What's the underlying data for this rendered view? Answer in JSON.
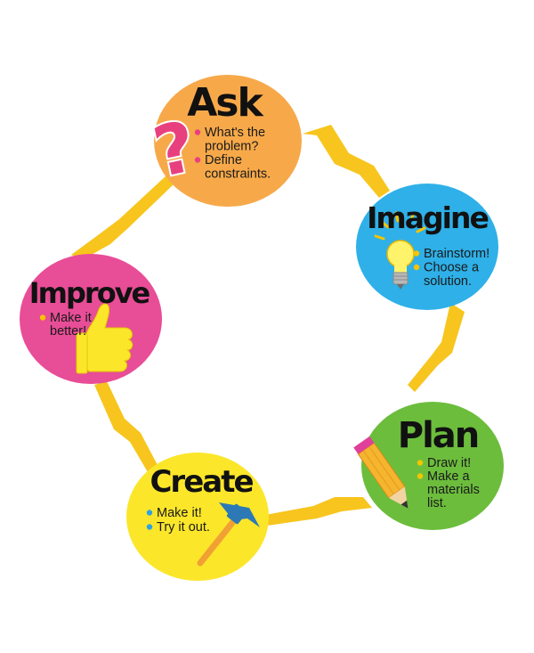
{
  "stages": [
    {
      "id": "ask",
      "title": "Ask",
      "color": "#f7a94a",
      "bullet_color": "#e8407e",
      "bullets": [
        "What's the",
        "problem?",
        "Define",
        "constraints."
      ],
      "bullet_starts": [
        0,
        2
      ],
      "icon": "question-mark-icon"
    },
    {
      "id": "imagine",
      "title": "Imagine",
      "color": "#2fb0e8",
      "bullet_color": "#f5c400",
      "bullets": [
        "Brainstorm!",
        "Choose a",
        "solution."
      ],
      "bullet_starts": [
        0,
        1
      ],
      "icon": "lightbulb-icon"
    },
    {
      "id": "plan",
      "title": "Plan",
      "color": "#6cbd3c",
      "bullet_color": "#f5c400",
      "bullets": [
        "Draw it!",
        "Make a",
        "materials",
        "list."
      ],
      "bullet_starts": [
        0,
        1
      ],
      "icon": "pencil-icon"
    },
    {
      "id": "create",
      "title": "Create",
      "color": "#fbe62a",
      "bullet_color": "#2fa3e0",
      "bullets": [
        "Make it!",
        "Try it out."
      ],
      "bullet_starts": [
        0,
        1
      ],
      "icon": "hammer-icon"
    },
    {
      "id": "improve",
      "title": "Improve",
      "color": "#e84d97",
      "bullet_color": "#f5c400",
      "bullets": [
        "Make it",
        "better!"
      ],
      "bullet_starts": [
        0
      ],
      "icon": "thumbs-up-icon"
    }
  ],
  "bolt_color": "#f7c51d",
  "icon_symbols": {
    "question": "?"
  }
}
